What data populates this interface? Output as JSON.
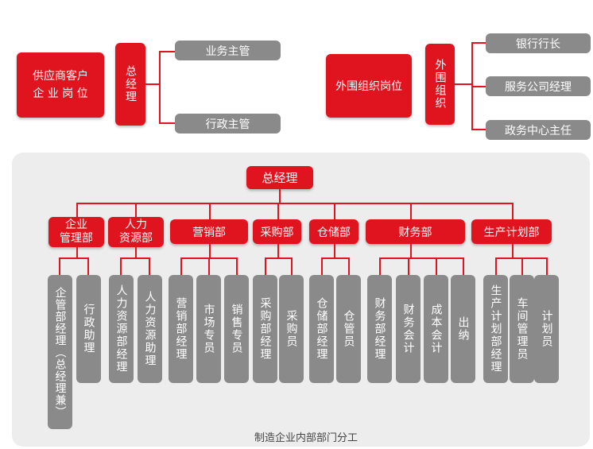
{
  "supplier": {
    "title_line1": "供应商客户",
    "title_line2": "企 业 岗 位",
    "manager": "总经理",
    "subs": [
      "业务主管",
      "行政主管"
    ]
  },
  "external": {
    "title": "外围组织岗位",
    "org": "外围组织",
    "subs": [
      "银行行长",
      "服务公司经理",
      "政务中心主任"
    ]
  },
  "org_chart": {
    "top": "总经理",
    "departments": [
      {
        "name_line1": "企业",
        "name_line2": "管理部",
        "roles": [
          "企管部经理（总经理兼）",
          "行政助理"
        ]
      },
      {
        "name_line1": "人力",
        "name_line2": "资源部",
        "roles": [
          "人力资源部经理",
          "人力资源助理"
        ]
      },
      {
        "name_line1": "营销部",
        "name_line2": "",
        "roles": [
          "营销部经理",
          "市场专员",
          "销售专员"
        ]
      },
      {
        "name_line1": "采购部",
        "name_line2": "",
        "roles": [
          "采购部经理",
          "采购员"
        ]
      },
      {
        "name_line1": "仓储部",
        "name_line2": "",
        "roles": [
          "仓储部经理",
          "仓管员"
        ]
      },
      {
        "name_line1": "财务部",
        "name_line2": "",
        "roles": [
          "财务部经理",
          "财务会计",
          "成本会计",
          "出纳"
        ]
      },
      {
        "name_line1": "生产计划部",
        "name_line2": "",
        "roles": [
          "生产计划部经理",
          "车间管理员",
          "计划员"
        ]
      }
    ],
    "caption": "制造企业内部部门分工"
  },
  "colors": {
    "accent": "#e0141e",
    "role_box": "#8a8a8a",
    "panel": "#ededed"
  }
}
